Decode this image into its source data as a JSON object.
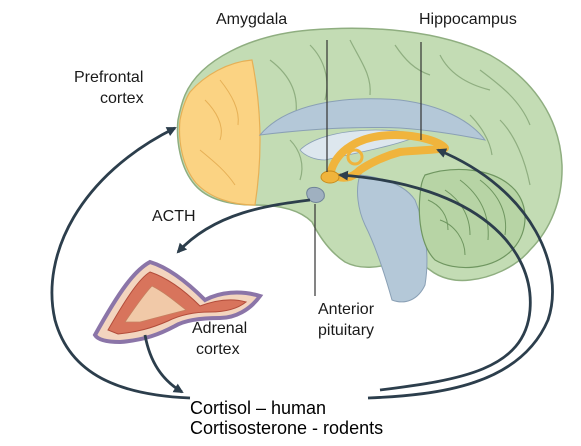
{
  "labels": {
    "amygdala": "Amygdala",
    "hippocampus": "Hippocampus",
    "prefrontal_line1": "Prefrontal",
    "prefrontal_line2": "cortex",
    "acth": "ACTH",
    "adrenal_line1": "Adrenal",
    "adrenal_line2": "cortex",
    "pituitary_line1": "Anterior",
    "pituitary_line2": "pituitary",
    "hormone_line1": "Cortisol – human",
    "hormone_line2": "Cortisosterone - rodents"
  },
  "colors": {
    "brain": "#c3dcb4",
    "prefrontal": "#fbd383",
    "hippocampus": "#f0b43c",
    "adrenal": "#d8745c",
    "arrow": "#2c3e4c"
  }
}
